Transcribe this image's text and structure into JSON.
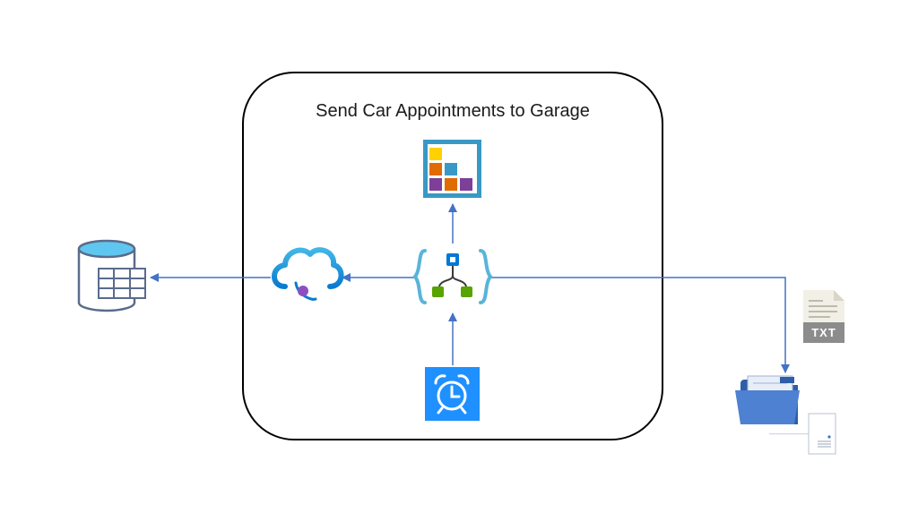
{
  "diagram": {
    "title": "Send Car Appointments to Garage",
    "file_type_label": "TXT",
    "nodes": [
      {
        "id": "database",
        "icon": "database-table-icon"
      },
      {
        "id": "event-grid",
        "icon": "cloud-event-icon"
      },
      {
        "id": "logic-app",
        "icon": "logic-app-icon"
      },
      {
        "id": "app-service-plan",
        "icon": "grid-tiles-icon"
      },
      {
        "id": "scheduler",
        "icon": "alarm-clock-icon"
      },
      {
        "id": "text-file",
        "icon": "txt-file-icon"
      },
      {
        "id": "file-share",
        "icon": "folder-share-icon"
      }
    ],
    "edges": [
      {
        "from": "logic-app",
        "to": "app-service-plan"
      },
      {
        "from": "scheduler",
        "to": "logic-app"
      },
      {
        "from": "logic-app",
        "to": "event-grid"
      },
      {
        "from": "event-grid",
        "to": "database"
      },
      {
        "from": "logic-app",
        "to": "file-share"
      }
    ],
    "colors": {
      "arrow": "#4472c4",
      "frame": "#000000",
      "azure_blue": "#0078d4",
      "tile_yellow": "#ffd100",
      "tile_orange": "#e06b00",
      "tile_blue": "#3999c6",
      "tile_purple": "#7d3f98"
    }
  }
}
